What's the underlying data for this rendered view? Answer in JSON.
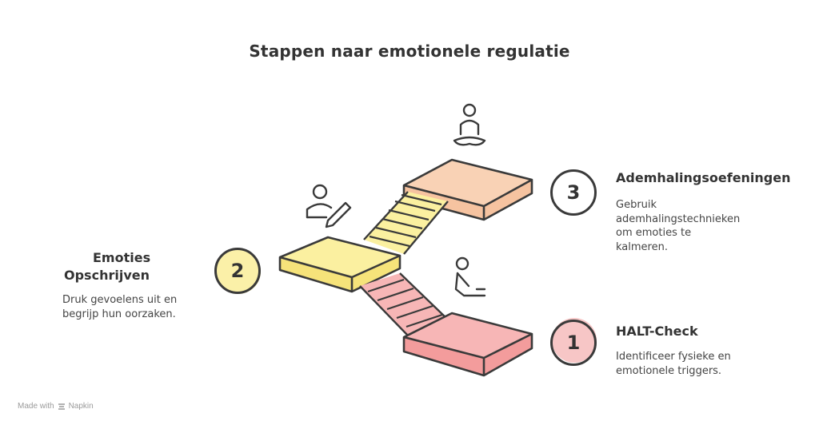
{
  "title": "Stappen naar emotionele regulatie",
  "steps": [
    {
      "number": "1",
      "title": "HALT-Check",
      "description_lines": [
        "Identificeer fysieke en",
        "emotionele triggers."
      ],
      "icon": "person-kneeling-icon",
      "color": "#f7b6b6"
    },
    {
      "number": "2",
      "title_lines": [
        "Emoties",
        "Opschrijven"
      ],
      "description_lines": [
        "Druk gevoelens uit en",
        "begrijp hun oorzaken."
      ],
      "icon": "person-writing-icon",
      "color": "#fbf0a0"
    },
    {
      "number": "3",
      "title": "Ademhalingsoefeningen",
      "description_lines": [
        "Gebruik",
        "ademhalingstechnieken",
        "om emoties te",
        "kalmeren."
      ],
      "icon": "person-meditating-icon",
      "color": "#f9d2b5"
    }
  ],
  "footer": {
    "made_with": "Made with",
    "brand": "Napkin"
  }
}
